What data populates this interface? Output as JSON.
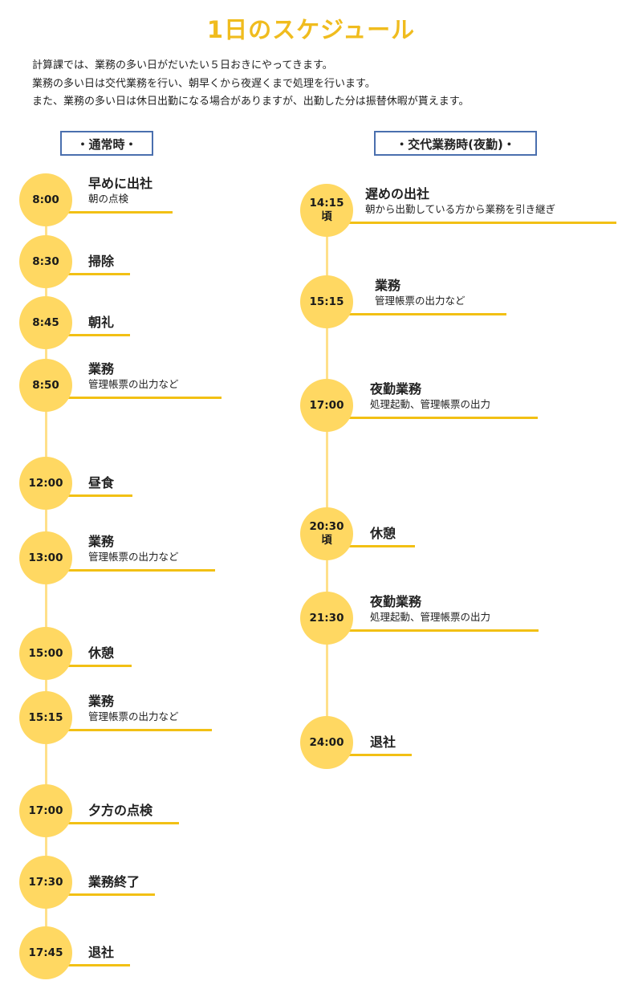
{
  "title": "1日のスケジュール",
  "intro": [
    "計算課では、業務の多い日がだいたい５日おきにやってきます。",
    "業務の多い日は交代業務を行い、朝早くから夜遅くまで処理を行います。",
    "また、業務の多い日は休日出勤になる場合がありますが、出勤した分は振替休暇が貰えます。"
  ],
  "colors": {
    "title": "#f0bc1e",
    "circle": "#ffd862",
    "connector": "#ffe08a",
    "underline": "#f2c014",
    "header_border": "#4a6fae"
  },
  "columns": [
    {
      "id": "normal",
      "header": "・通常時・",
      "events": [
        {
          "time": "8:00",
          "main": "早めに出社",
          "sub": "朝の点検"
        },
        {
          "time": "8:30",
          "main": "掃除",
          "sub": ""
        },
        {
          "time": "8:45",
          "main": "朝礼",
          "sub": ""
        },
        {
          "time": "8:50",
          "main": "業務",
          "sub": "管理帳票の出力など"
        },
        {
          "time": "12:00",
          "main": "昼食",
          "sub": ""
        },
        {
          "time": "13:00",
          "main": "業務",
          "sub": "管理帳票の出力など"
        },
        {
          "time": "15:00",
          "main": "休憩",
          "sub": ""
        },
        {
          "time": "15:15",
          "main": "業務",
          "sub": "管理帳票の出力など"
        },
        {
          "time": "17:00",
          "main": "夕方の点検",
          "sub": ""
        },
        {
          "time": "17:30",
          "main": "業務終了",
          "sub": ""
        },
        {
          "time": "17:45",
          "main": "退社",
          "sub": ""
        }
      ]
    },
    {
      "id": "shift",
      "header": "・交代業務時(夜勤)・",
      "events": [
        {
          "time": "14:15",
          "time2": "頃",
          "main": "遅めの出社",
          "sub": "朝から出勤している方から業務を引き継ぎ"
        },
        {
          "time": "15:15",
          "main": "業務",
          "sub": "管理帳票の出力など"
        },
        {
          "time": "17:00",
          "main": "夜勤業務",
          "sub": "処理起動、管理帳票の出力"
        },
        {
          "time": "20:30",
          "time2": "頃",
          "main": "休憩",
          "sub": ""
        },
        {
          "time": "21:30",
          "main": "夜勤業務",
          "sub": "処理起動、管理帳票の出力"
        },
        {
          "time": "24:00",
          "main": "退社",
          "sub": ""
        }
      ]
    }
  ]
}
